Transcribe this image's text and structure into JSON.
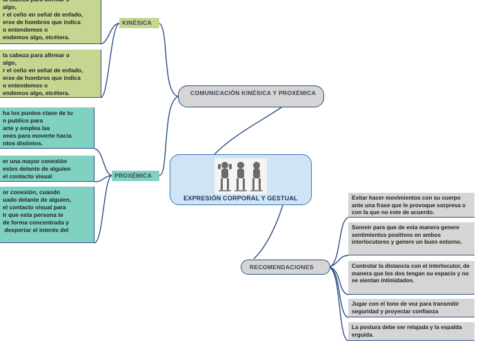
{
  "center": {
    "title": "EXPRESIÓN CORPORAL Y GESTUAL",
    "image_icon": "three-wise-monkeys-photo"
  },
  "topics": {
    "comunicacion": "COMUNICACIÓN KINÉSICA Y PROXÉMICA",
    "recomendaciones": "RECOMENDACIONES"
  },
  "subtopics": {
    "kinesica": "KINÉSICA",
    "proxemica": "PROXÉMICA"
  },
  "kinesica_items": [
    "la cabeza para afirmar o\nalgo,\nr el ceño en señal de enfado,\nerse de hombros que indica\no entendemos o\nendemos algo, etcétera.",
    "la cabeza para afirmar o\nalgo,\nr el ceño en señal de enfado,\nerse de hombros que indica\no entendemos o\nendemos algo, etcétera."
  ],
  "proxemica_items": [
    "ha los puntos clave de tu\nn publico para\narte y emplea las\nones para moverte hacia\nntos distintos.",
    "er una mayor conexión\nestes delante de alguien\nel contacto visual",
    "or conexión, cuando\nuado delante de alguien,\nel contacto visual para\nir que esta persona te\nde forma concentrada y\n despertar el interés del"
  ],
  "recomendaciones_items": [
    "Evitar hacer movimientos con su cuerpo ante una frase que le provoque sorpresa o con la que no este de acuerdo.",
    "Sonreir para que de esta manera genere sentimientos positivos en ambos interlocutores y genere un buen entorno.",
    "Controlar la distancia con el interlocutor, de manera que los dos tengan su espacio y no se sientan intimidados.",
    "Jugar con el tono de voz para transmitir seguridad y proyectar confianza",
    "La postura debe ser relajada y la espalda erguida."
  ],
  "colors": {
    "connector": "#2c4d84",
    "center_fill": "#cfe5f6",
    "topic_fill": "#d5d5d5",
    "kinesica_fill": "#c6d690",
    "proxemica_fill": "#7fd1c2"
  }
}
